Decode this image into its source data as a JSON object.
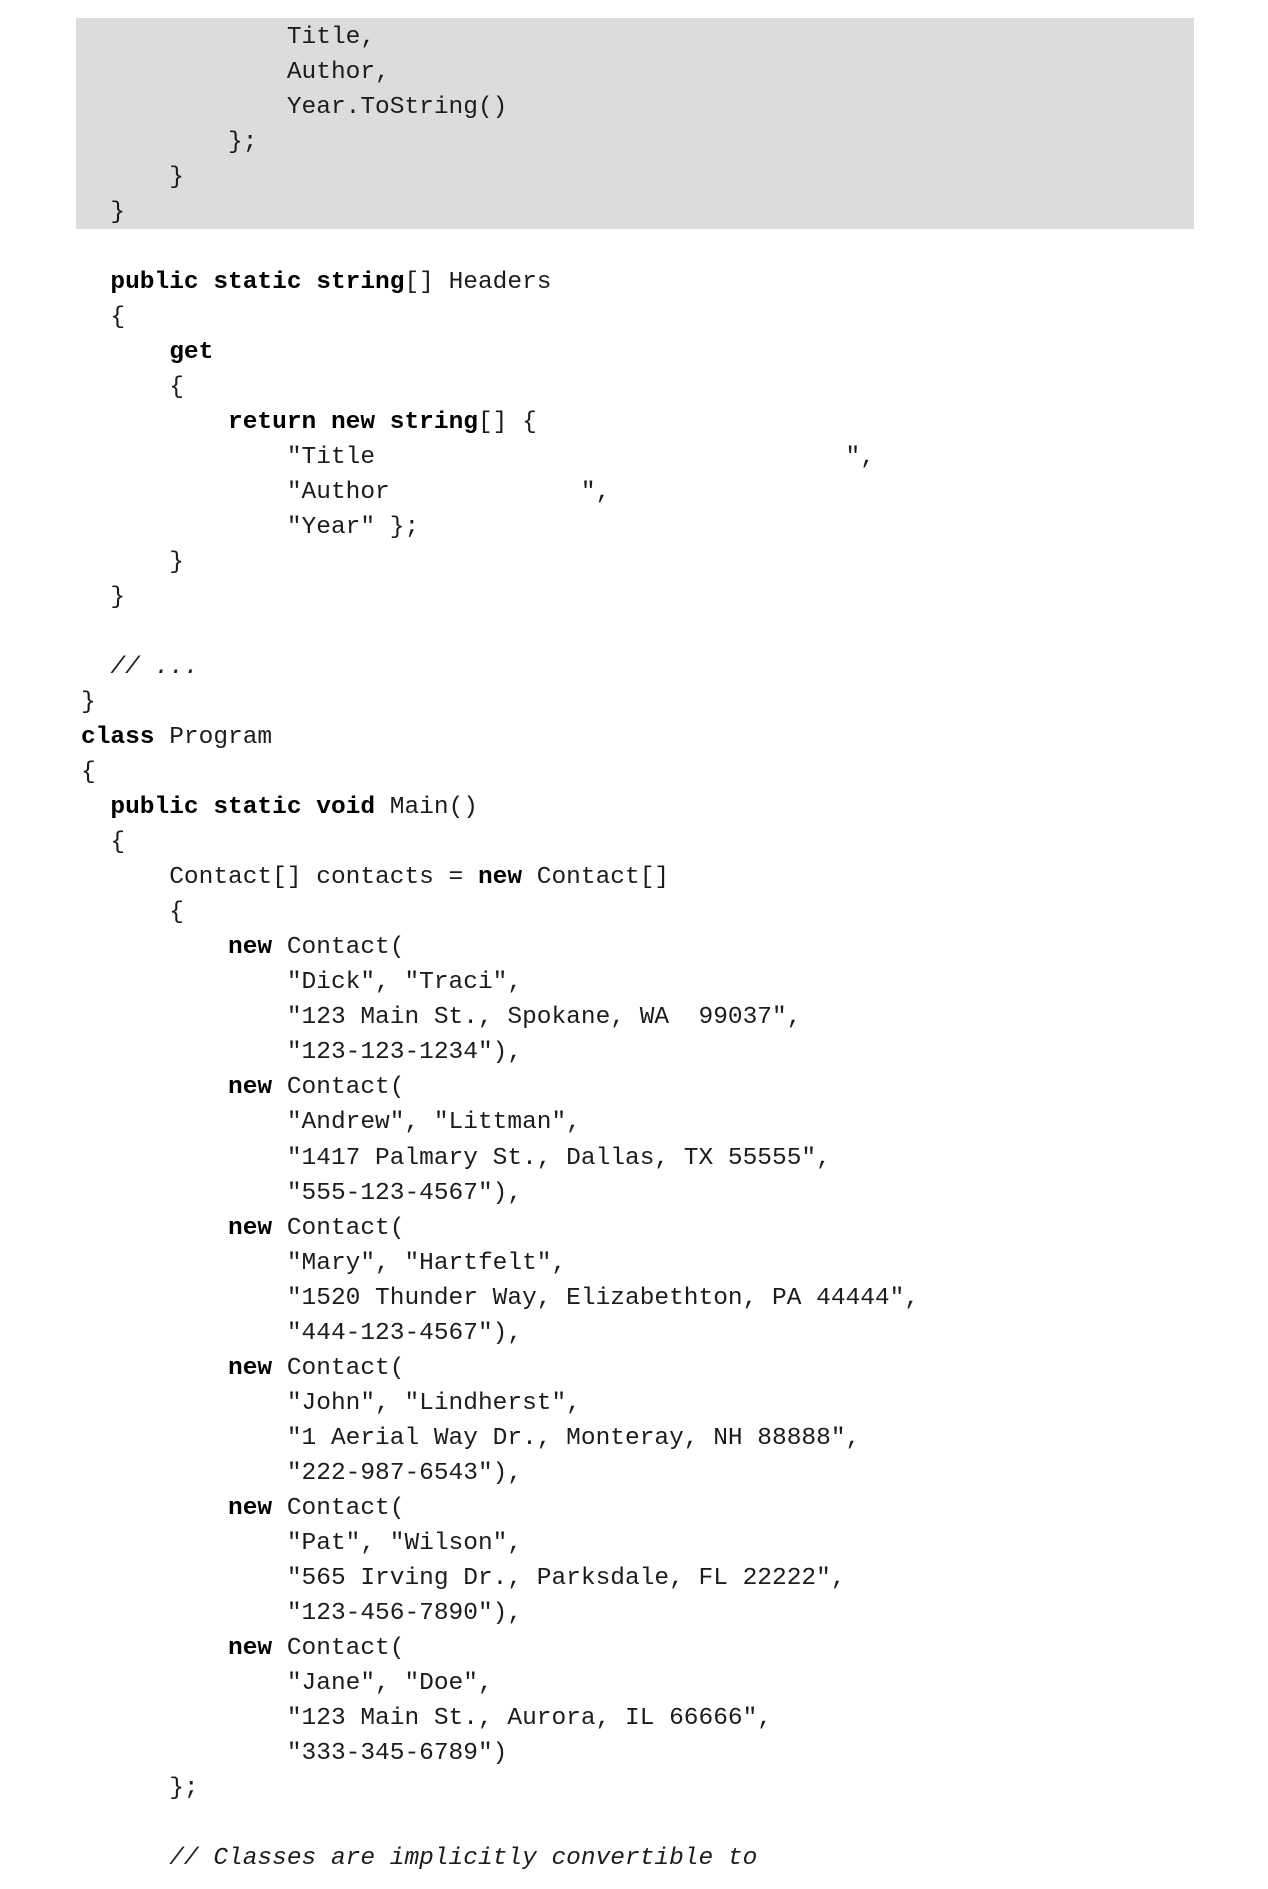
{
  "code": {
    "shaded_lines": 6,
    "lines": [
      [
        {
          "t": "              Title,",
          "k": "p"
        }
      ],
      [
        {
          "t": "              Author,",
          "k": "p"
        }
      ],
      [
        {
          "t": "              Year.ToString()",
          "k": "p"
        }
      ],
      [
        {
          "t": "          };",
          "k": "p"
        }
      ],
      [
        {
          "t": "      }",
          "k": "p"
        }
      ],
      [
        {
          "t": "  }",
          "k": "p"
        }
      ],
      [],
      [
        {
          "t": "  ",
          "k": "p"
        },
        {
          "t": "public static string",
          "k": "kw"
        },
        {
          "t": "[] Headers",
          "k": "p"
        }
      ],
      [
        {
          "t": "  {",
          "k": "p"
        }
      ],
      [
        {
          "t": "      ",
          "k": "p"
        },
        {
          "t": "get",
          "k": "kw"
        }
      ],
      [
        {
          "t": "      {",
          "k": "p"
        }
      ],
      [
        {
          "t": "          ",
          "k": "p"
        },
        {
          "t": "return new string",
          "k": "kw"
        },
        {
          "t": "[] {",
          "k": "p"
        }
      ],
      [
        {
          "t": "              \"Title                                \",",
          "k": "p"
        }
      ],
      [
        {
          "t": "              \"Author             \",",
          "k": "p"
        }
      ],
      [
        {
          "t": "              \"Year\" };",
          "k": "p"
        }
      ],
      [
        {
          "t": "      }",
          "k": "p"
        }
      ],
      [
        {
          "t": "  }",
          "k": "p"
        }
      ],
      [],
      [
        {
          "t": "  // ...",
          "k": "cm"
        }
      ],
      [
        {
          "t": "}",
          "k": "p"
        }
      ],
      [
        {
          "t": "class",
          "k": "kw"
        },
        {
          "t": " Program",
          "k": "p"
        }
      ],
      [
        {
          "t": "{",
          "k": "p"
        }
      ],
      [
        {
          "t": "  ",
          "k": "p"
        },
        {
          "t": "public static void",
          "k": "kw"
        },
        {
          "t": " Main()",
          "k": "p"
        }
      ],
      [
        {
          "t": "  {",
          "k": "p"
        }
      ],
      [
        {
          "t": "      Contact[] contacts = ",
          "k": "p"
        },
        {
          "t": "new",
          "k": "kw"
        },
        {
          "t": " Contact[]",
          "k": "p"
        }
      ],
      [
        {
          "t": "      {",
          "k": "p"
        }
      ],
      [
        {
          "t": "          ",
          "k": "p"
        },
        {
          "t": "new",
          "k": "kw"
        },
        {
          "t": " Contact(",
          "k": "p"
        }
      ],
      [
        {
          "t": "              \"Dick\", \"Traci\",",
          "k": "p"
        }
      ],
      [
        {
          "t": "              \"123 Main St., Spokane, WA  99037\",",
          "k": "p"
        }
      ],
      [
        {
          "t": "              \"123-123-1234\"),",
          "k": "p"
        }
      ],
      [
        {
          "t": "          ",
          "k": "p"
        },
        {
          "t": "new",
          "k": "kw"
        },
        {
          "t": " Contact(",
          "k": "p"
        }
      ],
      [
        {
          "t": "              \"Andrew\", \"Littman\",",
          "k": "p"
        }
      ],
      [
        {
          "t": "              \"1417 Palmary St., Dallas, TX 55555\",",
          "k": "p"
        }
      ],
      [
        {
          "t": "              \"555-123-4567\"),",
          "k": "p"
        }
      ],
      [
        {
          "t": "          ",
          "k": "p"
        },
        {
          "t": "new",
          "k": "kw"
        },
        {
          "t": " Contact(",
          "k": "p"
        }
      ],
      [
        {
          "t": "              \"Mary\", \"Hartfelt\",",
          "k": "p"
        }
      ],
      [
        {
          "t": "              \"1520 Thunder Way, Elizabethton, PA 44444\",",
          "k": "p"
        }
      ],
      [
        {
          "t": "              \"444-123-4567\"),",
          "k": "p"
        }
      ],
      [
        {
          "t": "          ",
          "k": "p"
        },
        {
          "t": "new",
          "k": "kw"
        },
        {
          "t": " Contact(",
          "k": "p"
        }
      ],
      [
        {
          "t": "              \"John\", \"Lindherst\",",
          "k": "p"
        }
      ],
      [
        {
          "t": "              \"1 Aerial Way Dr., Monteray, NH 88888\",",
          "k": "p"
        }
      ],
      [
        {
          "t": "              \"222-987-6543\"),",
          "k": "p"
        }
      ],
      [
        {
          "t": "          ",
          "k": "p"
        },
        {
          "t": "new",
          "k": "kw"
        },
        {
          "t": " Contact(",
          "k": "p"
        }
      ],
      [
        {
          "t": "              \"Pat\", \"Wilson\",",
          "k": "p"
        }
      ],
      [
        {
          "t": "              \"565 Irving Dr., Parksdale, FL 22222\",",
          "k": "p"
        }
      ],
      [
        {
          "t": "              \"123-456-7890\"),",
          "k": "p"
        }
      ],
      [
        {
          "t": "          ",
          "k": "p"
        },
        {
          "t": "new",
          "k": "kw"
        },
        {
          "t": " Contact(",
          "k": "p"
        }
      ],
      [
        {
          "t": "              \"Jane\", \"Doe\",",
          "k": "p"
        }
      ],
      [
        {
          "t": "              \"123 Main St., Aurora, IL 66666\",",
          "k": "p"
        }
      ],
      [
        {
          "t": "              \"333-345-6789\")",
          "k": "p"
        }
      ],
      [
        {
          "t": "      };",
          "k": "p"
        }
      ],
      [],
      [
        {
          "t": "      // Classes are implicitly convertible to",
          "k": "cm"
        }
      ]
    ]
  }
}
